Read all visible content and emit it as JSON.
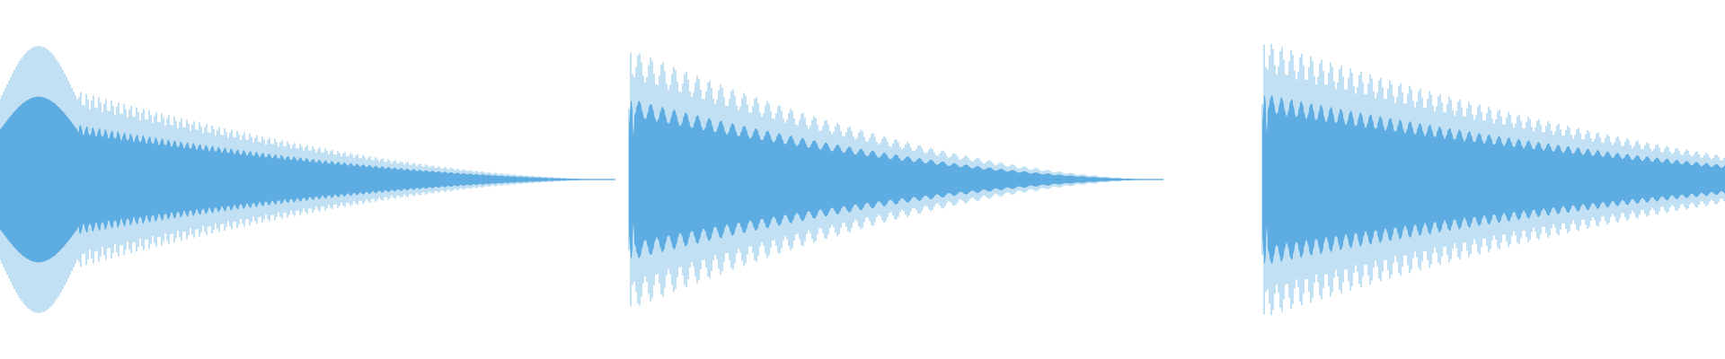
{
  "waveform": {
    "color": "#5dade2",
    "background": "#ffffff",
    "baseline_color": "#5dade2",
    "segments": [
      {
        "id": "note-1",
        "start_sec": 0.0,
        "end_sec": 6.85,
        "peak_amplitude": 0.93,
        "attack_amplitude": 0.93,
        "sustain_amplitude": 0.62,
        "attack_end_sec": 0.86,
        "decay_end_sec": 6.85,
        "wobble_period_sec": 0.07,
        "wobble_depth": 0.18
      },
      {
        "id": "note-2",
        "start_sec": 7.0,
        "end_sec": 12.95,
        "peak_amplitude": 0.9,
        "attack_amplitude": 0.9,
        "sustain_amplitude": 0.9,
        "attack_end_sec": 7.05,
        "decay_end_sec": 12.95,
        "wobble_period_sec": 0.13,
        "wobble_depth": 0.22
      },
      {
        "id": "note-3",
        "start_sec": 14.05,
        "end_sec": 19.2,
        "peak_amplitude": 0.96,
        "attack_amplitude": 0.96,
        "sustain_amplitude": 0.96,
        "attack_end_sec": 14.1,
        "decay_end_sec": 22.0,
        "wobble_period_sec": 0.11,
        "wobble_depth": 0.22
      }
    ],
    "visible_duration_sec": 19.2
  }
}
